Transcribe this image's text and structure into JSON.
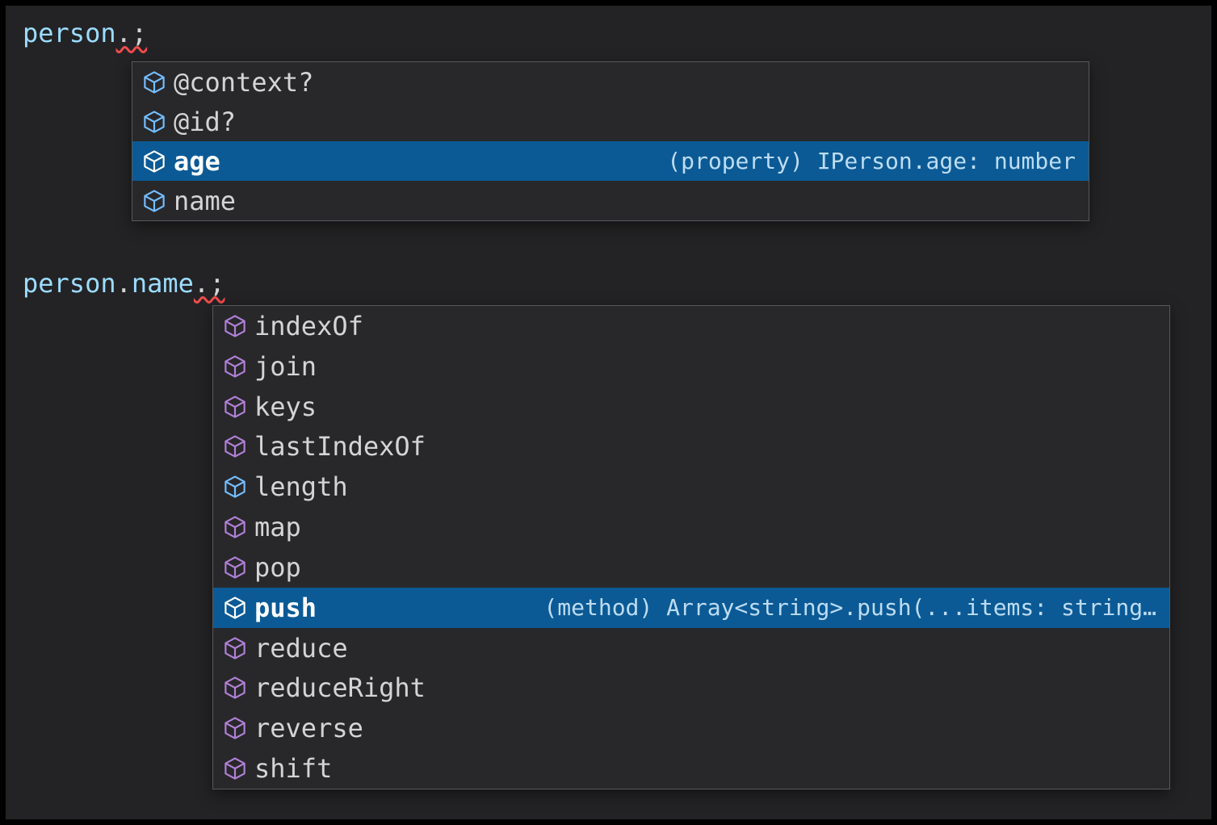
{
  "colors": {
    "frame": "#000000",
    "editor_bg": "#232325",
    "popup_bg": "#28282b",
    "popup_border": "#58585c",
    "selected_row_bg": "#0b5a95",
    "label": "#d4d4d4",
    "label_selected": "#ffffff",
    "detail": "#bddcf4",
    "icon_field": "#75beff",
    "icon_method": "#b180d7",
    "icon_selected": "#ffffff",
    "code_variable": "#9cdcfe",
    "code_property": "#9cdcfe",
    "code_punctuation": "#d4d4d4",
    "error_squiggle": "#f14c4c"
  },
  "snippet1": {
    "code": [
      {
        "text": "person",
        "token": "variable"
      },
      {
        "text": ".;",
        "token": "punctuation-error"
      }
    ],
    "suggestions": {
      "items": [
        {
          "label": "@context?",
          "kind": "field",
          "selected": false
        },
        {
          "label": "@id?",
          "kind": "field",
          "selected": false
        },
        {
          "label": "age",
          "kind": "field",
          "selected": true,
          "detail": "(property) IPerson.age: number"
        },
        {
          "label": "name",
          "kind": "field",
          "selected": false
        }
      ]
    }
  },
  "snippet2": {
    "code": [
      {
        "text": "person",
        "token": "variable"
      },
      {
        "text": ".",
        "token": "punctuation"
      },
      {
        "text": "name",
        "token": "property"
      },
      {
        "text": ".;",
        "token": "punctuation-error"
      }
    ],
    "suggestions": {
      "items": [
        {
          "label": "indexOf",
          "kind": "method",
          "selected": false
        },
        {
          "label": "join",
          "kind": "method",
          "selected": false
        },
        {
          "label": "keys",
          "kind": "method",
          "selected": false
        },
        {
          "label": "lastIndexOf",
          "kind": "method",
          "selected": false
        },
        {
          "label": "length",
          "kind": "field",
          "selected": false
        },
        {
          "label": "map",
          "kind": "method",
          "selected": false
        },
        {
          "label": "pop",
          "kind": "method",
          "selected": false
        },
        {
          "label": "push",
          "kind": "method",
          "selected": true,
          "detail": "(method) Array<string>.push(...items: string…"
        },
        {
          "label": "reduce",
          "kind": "method",
          "selected": false
        },
        {
          "label": "reduceRight",
          "kind": "method",
          "selected": false
        },
        {
          "label": "reverse",
          "kind": "method",
          "selected": false
        },
        {
          "label": "shift",
          "kind": "method",
          "selected": false
        }
      ]
    }
  }
}
